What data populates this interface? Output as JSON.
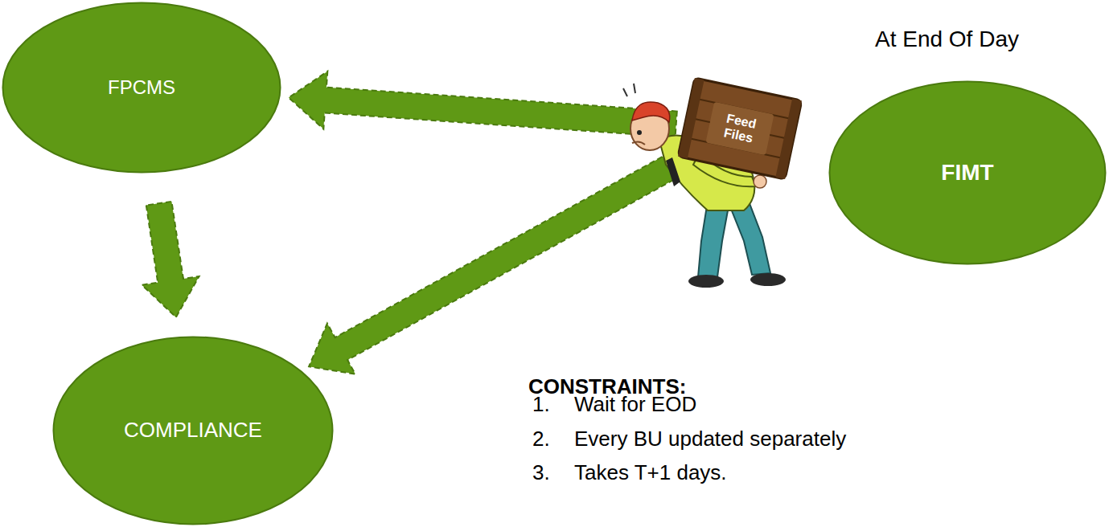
{
  "diagram": {
    "nodes": [
      {
        "text": [
          "FPCMS"
        ]
      },
      {
        "text": [
          "Feed Files"
        ]
      },
      {
        "text": [
          "FIMT"
        ]
      },
      {
        "text": [
          "COMPLIANCE"
        ]
      }
    ],
    "edges": [
      {
        "from": 1,
        "to": 0,
        "arrow": "to"
      },
      {
        "from": 0,
        "to": 3,
        "arrow": "to"
      },
      {
        "from": 1,
        "to": 3,
        "arrow": "to"
      }
    ],
    "labels": [
      "At End Of Day",
      "CONSTRAINTS:",
      "1.",
      "Wait for EOD",
      "2.",
      "Every BU updated separately",
      "3.",
      "Takes T+1 days."
    ]
  }
}
